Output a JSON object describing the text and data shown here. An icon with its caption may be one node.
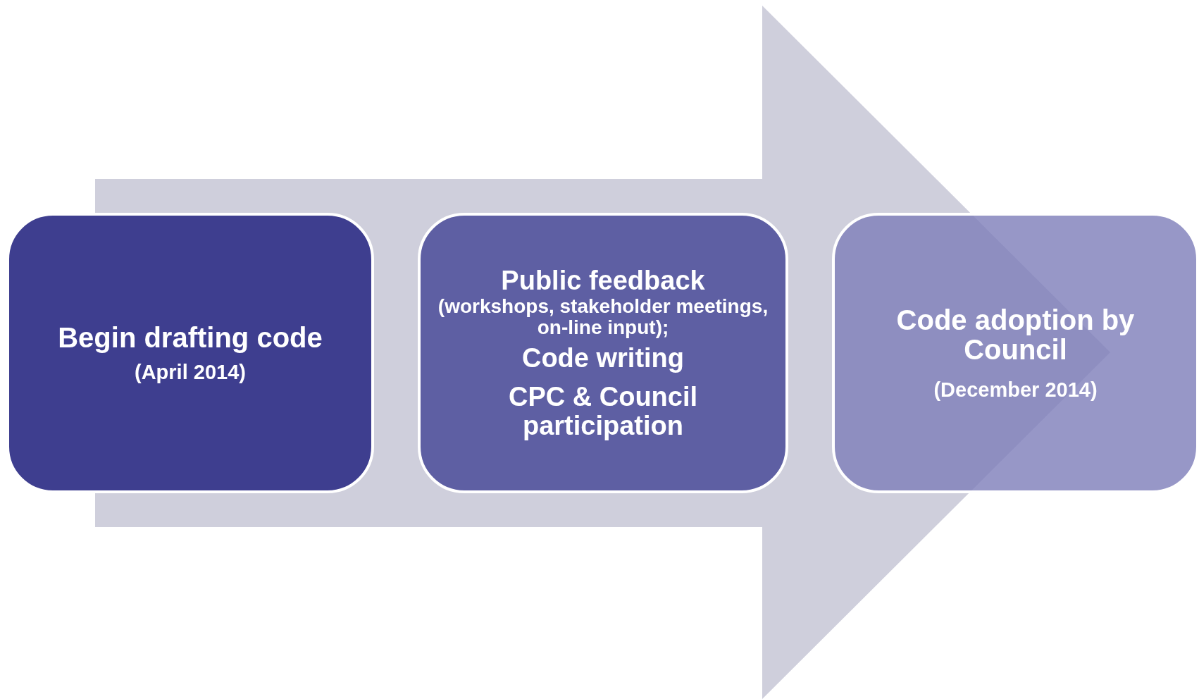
{
  "diagram": {
    "nodes": [
      {
        "text": [
          "Begin drafting code",
          "(April 2014)"
        ]
      },
      {
        "text": [
          "Public feedback",
          "(workshops, stakeholder meetings, on-line input);",
          "Code writing",
          "CPC & Council participation"
        ]
      },
      {
        "text": [
          "Code adoption by Council",
          "(December 2014)"
        ]
      }
    ],
    "edges": [
      {
        "from": 0,
        "to": 2,
        "arrow": "to"
      }
    ]
  }
}
